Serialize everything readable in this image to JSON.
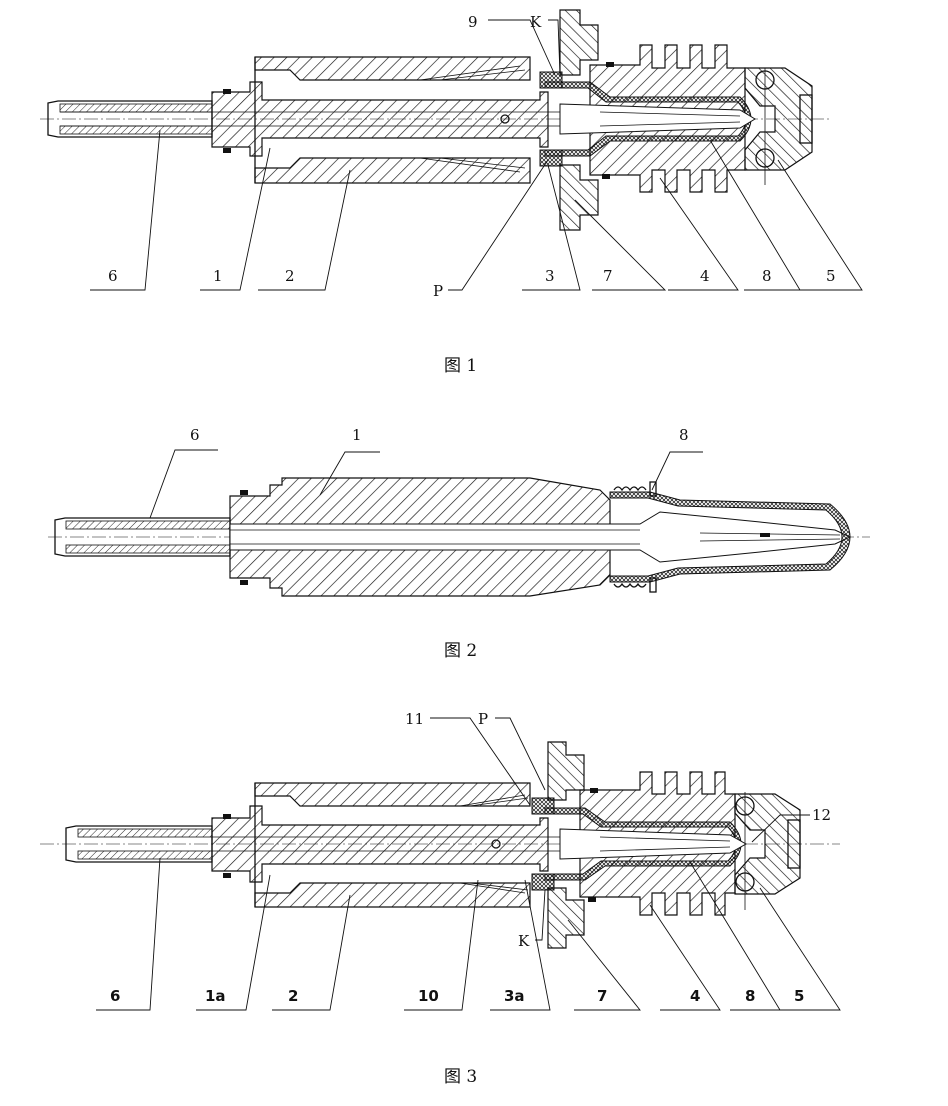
{
  "figures": [
    {
      "caption": "图 1",
      "labels": [
        "6",
        "1",
        "2",
        "P",
        "3",
        "7",
        "4",
        "8",
        "5",
        "9",
        "K"
      ]
    },
    {
      "caption": "图 2",
      "labels": [
        "6",
        "1",
        "8"
      ]
    },
    {
      "caption": "图 3",
      "labels": [
        "6",
        "1a",
        "2",
        "10",
        "3a",
        "7",
        "4",
        "8",
        "5",
        "11",
        "P",
        "K",
        "12"
      ]
    }
  ]
}
